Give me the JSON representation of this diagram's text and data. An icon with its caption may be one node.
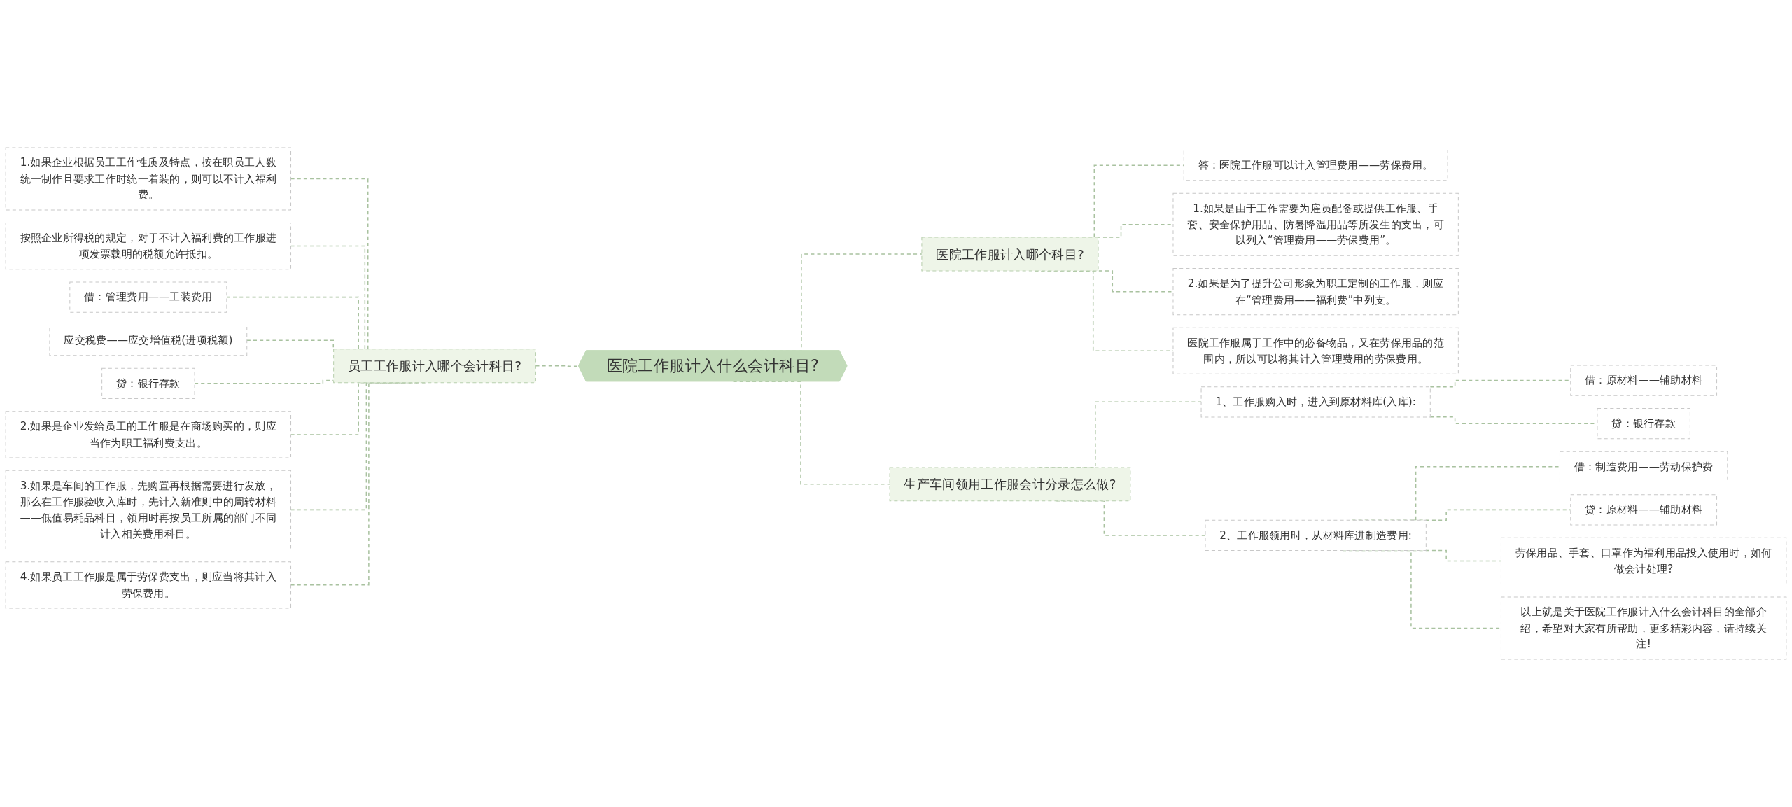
{
  "diagram": {
    "nodes": [
      {
        "text": [
          "医院工作服计入什么会计科目?"
        ]
      },
      {
        "text": [
          "员工工作服计入哪个会计科目?"
        ]
      },
      {
        "text": [
          "1.如果企业根据员工工作性质及特点，按在职员工人数统一制作且要求工作时统一着装的，则可以不计入福利费。"
        ]
      },
      {
        "text": [
          "按照企业所得税的规定，对于不计入福利费的工作服进项发票载明的税额允许抵扣。"
        ]
      },
      {
        "text": [
          "借：管理费用——工装费用"
        ]
      },
      {
        "text": [
          "应交税费——应交增值税(进项税额)"
        ]
      },
      {
        "text": [
          "贷：银行存款"
        ]
      },
      {
        "text": [
          "2.如果是企业发给员工的工作服是在商场购买的，则应当作为职工福利费支出。"
        ]
      },
      {
        "text": [
          "3.如果是车间的工作服，先购置再根据需要进行发放，那么在工作服验收入库时，先计入新准则中的周转材料——低值易耗品科目，领用时再按员工所属的部门不同计入相关费用科目。"
        ]
      },
      {
        "text": [
          "4.如果员工工作服是属于劳保费支出，则应当将其计入劳保费用。"
        ]
      },
      {
        "text": [
          "医院工作服计入哪个科目?"
        ]
      },
      {
        "text": [
          "答：医院工作服可以计入管理费用——劳保费用。"
        ]
      },
      {
        "text": [
          "1.如果是由于工作需要为雇员配备或提供工作服、手套、安全保护用品、防暑降温用品等所发生的支出，可以列入“管理费用——劳保费用”。"
        ]
      },
      {
        "text": [
          "2.如果是为了提升公司形象为职工定制的工作服，则应在“管理费用——福利费”中列支。"
        ]
      },
      {
        "text": [
          "医院工作服属于工作中的必备物品，又在劳保用品的范围内，所以可以将其计入管理费用的劳保费用。"
        ]
      },
      {
        "text": [
          "生产车间领用工作服会计分录怎么做?"
        ]
      },
      {
        "text": [
          "1、工作服购入时，进入到原材料库(入库):"
        ]
      },
      {
        "text": [
          "借：原材料——辅助材料"
        ]
      },
      {
        "text": [
          "贷：银行存款"
        ]
      },
      {
        "text": [
          "2、工作服领用时，从材料库进制造费用:"
        ]
      },
      {
        "text": [
          "借：制造费用——劳动保护费"
        ]
      },
      {
        "text": [
          "贷：原材料——辅助材料"
        ]
      },
      {
        "text": [
          "劳保用品、手套、口罩作为福利用品投入使用时，如何做会计处理?"
        ]
      },
      {
        "text": [
          "以上就是关于医院工作服计入什么会计科目的全部介绍，希望对大家有所帮助，更多精彩内容，请持续关注!"
        ]
      }
    ],
    "edges": [
      {
        "from": 1,
        "to": 0,
        "arrow": "none",
        "style": "dashed"
      },
      {
        "from": 2,
        "to": 1,
        "arrow": "none",
        "style": "dashed"
      },
      {
        "from": 3,
        "to": 1,
        "arrow": "none",
        "style": "dashed"
      },
      {
        "from": 4,
        "to": 1,
        "arrow": "none",
        "style": "dashed"
      },
      {
        "from": 5,
        "to": 1,
        "arrow": "none",
        "style": "dashed"
      },
      {
        "from": 6,
        "to": 1,
        "arrow": "none",
        "style": "dashed"
      },
      {
        "from": 7,
        "to": 1,
        "arrow": "none",
        "style": "dashed"
      },
      {
        "from": 8,
        "to": 1,
        "arrow": "none",
        "style": "dashed"
      },
      {
        "from": 9,
        "to": 1,
        "arrow": "none",
        "style": "dashed"
      },
      {
        "from": 0,
        "to": 10,
        "arrow": "none",
        "style": "dashed"
      },
      {
        "from": 10,
        "to": 11,
        "arrow": "none",
        "style": "dashed"
      },
      {
        "from": 10,
        "to": 12,
        "arrow": "none",
        "style": "dashed"
      },
      {
        "from": 10,
        "to": 13,
        "arrow": "none",
        "style": "dashed"
      },
      {
        "from": 10,
        "to": 14,
        "arrow": "none",
        "style": "dashed"
      },
      {
        "from": 0,
        "to": 15,
        "arrow": "none",
        "style": "dashed"
      },
      {
        "from": 15,
        "to": 16,
        "arrow": "none",
        "style": "dashed"
      },
      {
        "from": 16,
        "to": 17,
        "arrow": "none",
        "style": "dashed"
      },
      {
        "from": 16,
        "to": 18,
        "arrow": "none",
        "style": "dashed"
      },
      {
        "from": 15,
        "to": 19,
        "arrow": "none",
        "style": "dashed"
      },
      {
        "from": 19,
        "to": 20,
        "arrow": "none",
        "style": "dashed"
      },
      {
        "from": 19,
        "to": 21,
        "arrow": "none",
        "style": "dashed"
      },
      {
        "from": 19,
        "to": 22,
        "arrow": "none",
        "style": "dashed"
      },
      {
        "from": 19,
        "to": 23,
        "arrow": "none",
        "style": "dashed"
      }
    ]
  }
}
